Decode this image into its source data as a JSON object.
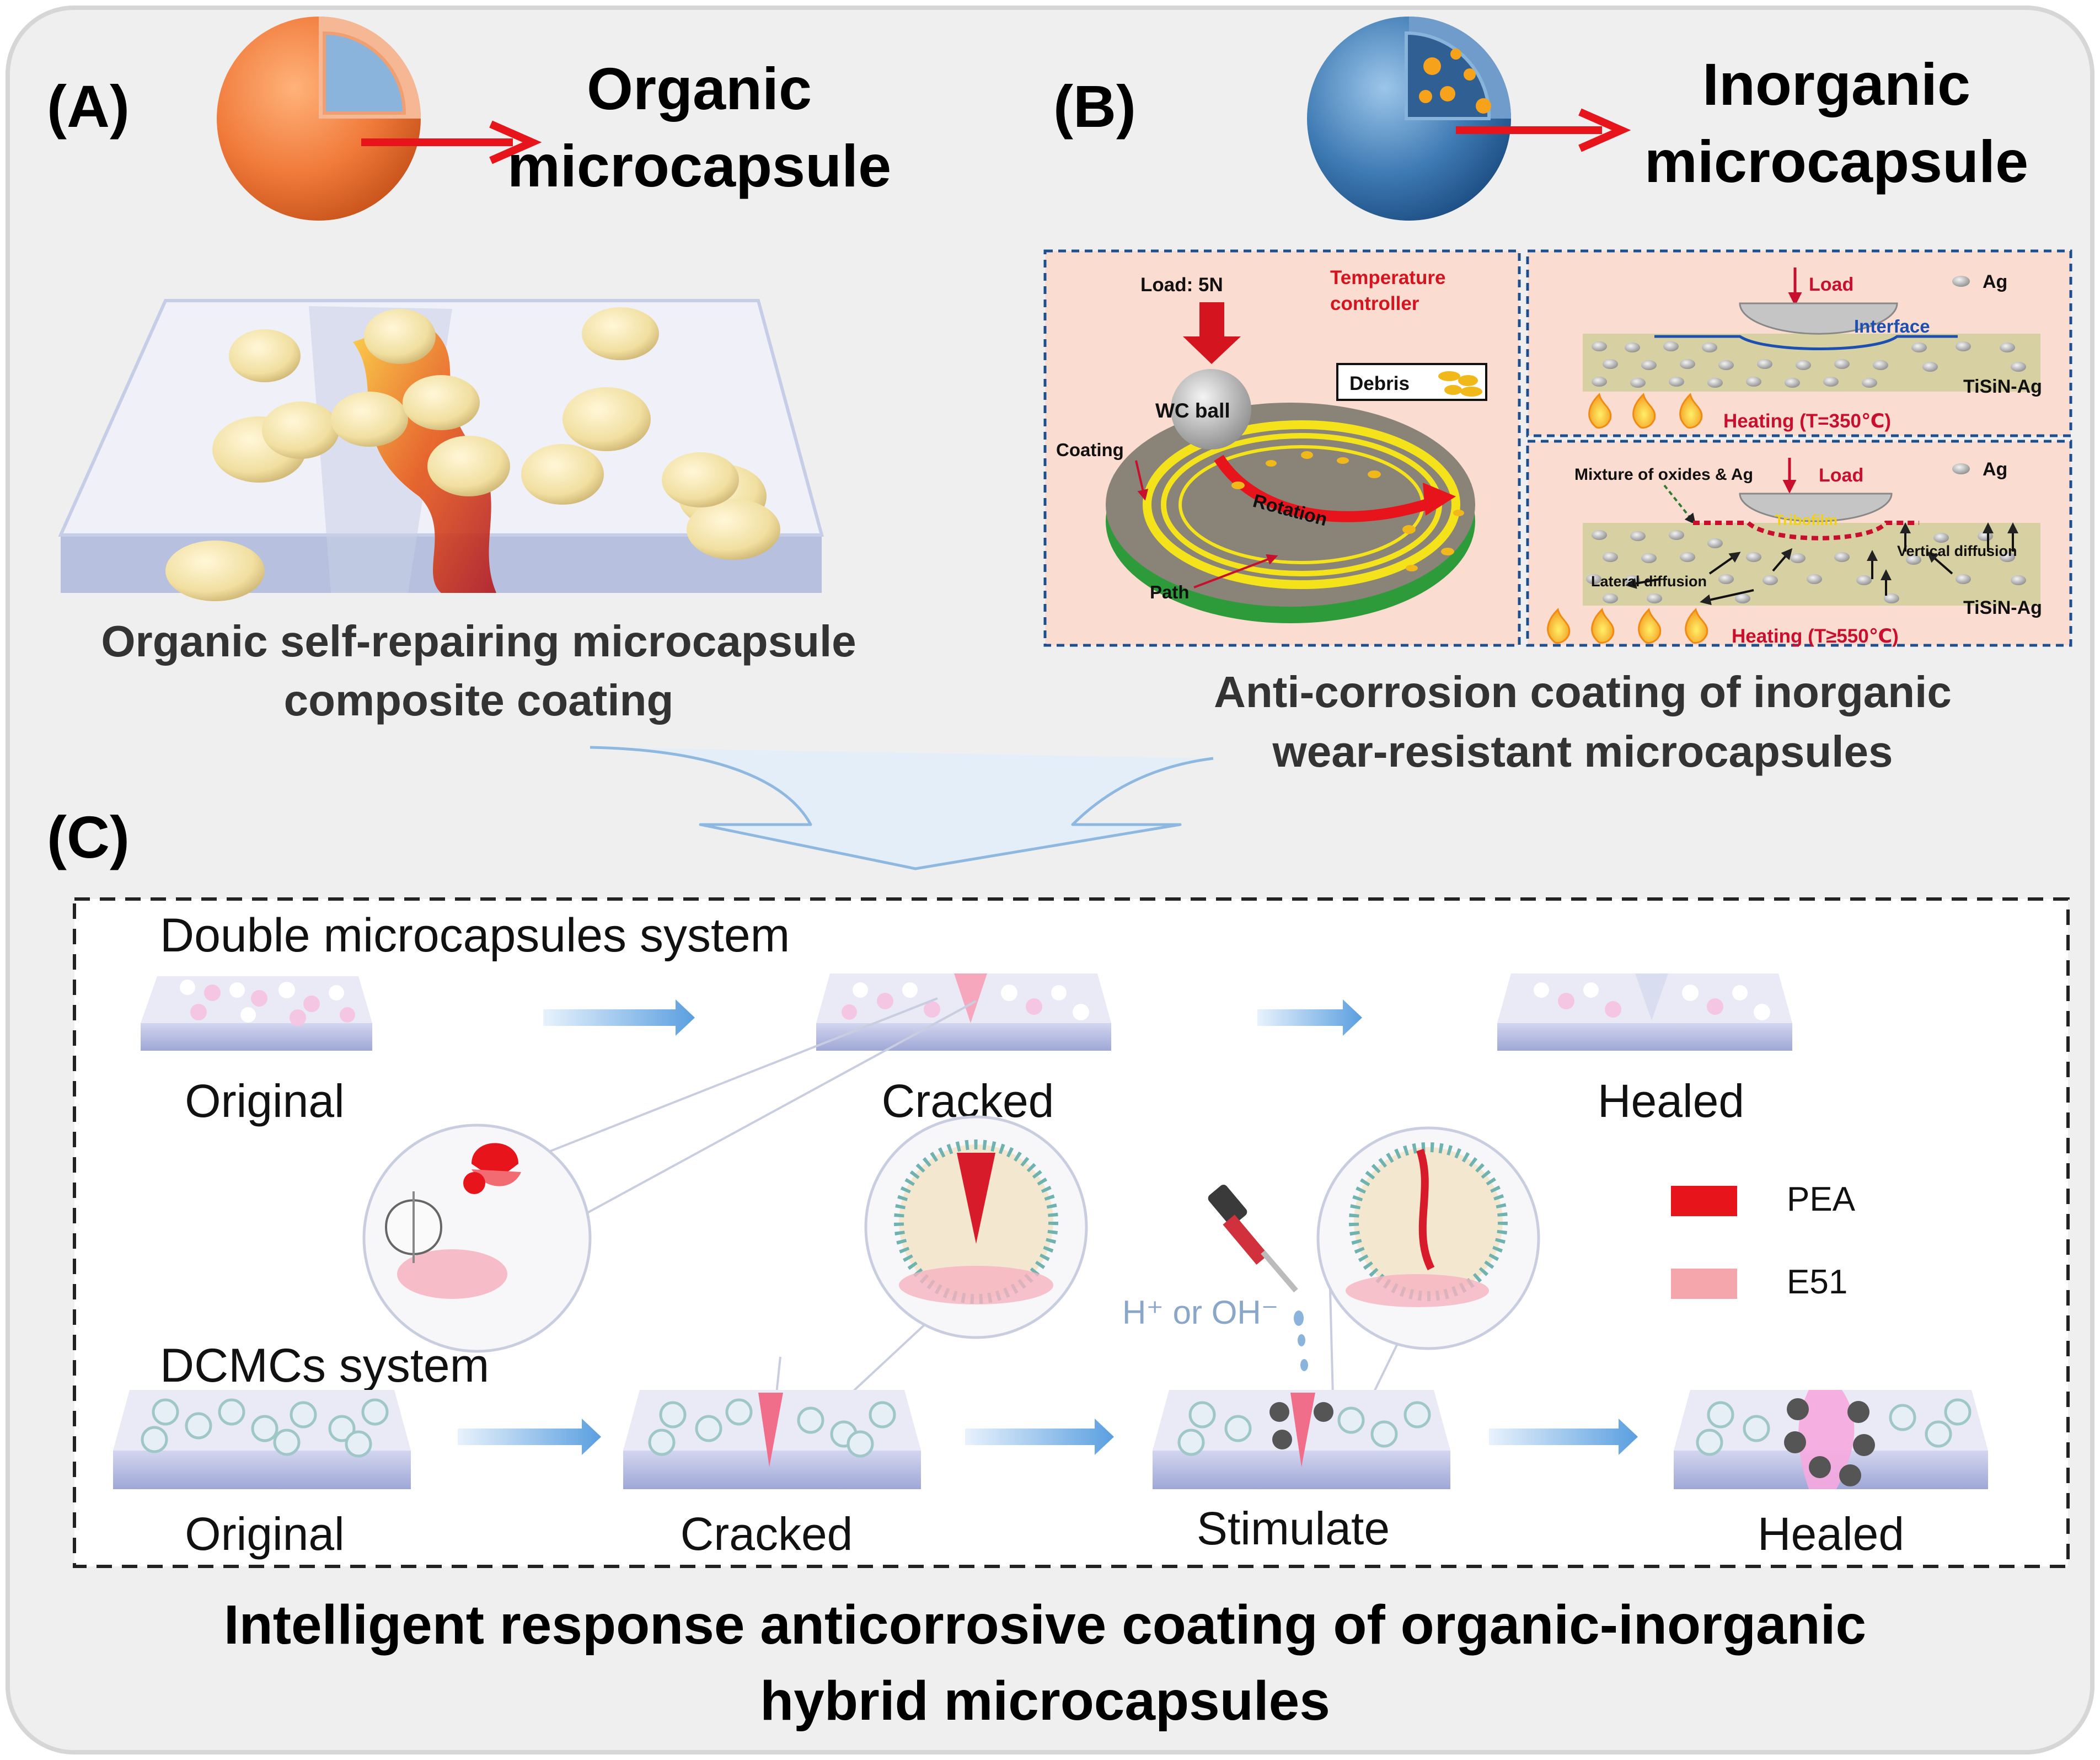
{
  "panels": {
    "a": {
      "label": "(A)",
      "title_line1": "Organic",
      "title_line2": "microcapsule",
      "caption_line1": "Organic self-repairing microcapsule",
      "caption_line2": "composite coating"
    },
    "b": {
      "label": "(B)",
      "title_line1": "Inorganic",
      "title_line2": "microcapsule",
      "caption_line1": "Anti-corrosion coating of inorganic",
      "caption_line2": "wear-resistant microcapsules",
      "left_box": {
        "load": "Load: 5N",
        "temp_line1": "Temperature",
        "temp_line2": "controller",
        "debris": "Debris",
        "ball": "WC ball",
        "coating": "Coating",
        "rotation": "Rotation",
        "path": "Path"
      },
      "top_right": {
        "load": "Load",
        "ag": "Ag",
        "interface": "Interface",
        "substrate": "TiSiN-Ag",
        "heating": "Heating (T=350℃)"
      },
      "bottom_right": {
        "mixture": "Mixture of oxides & Ag",
        "load": "Load",
        "ag": "Ag",
        "tribofilm": "Tribofilm",
        "vertical": "Vertical diffusion",
        "lateral": "Lateral diffusion",
        "substrate": "TiSiN-Ag",
        "heating": "Heating (T≥550℃)"
      }
    },
    "c": {
      "label": "(C)",
      "double_title": "Double microcapsules system",
      "double_steps": [
        "Original",
        "Cracked",
        "Healed"
      ],
      "dcmc_title": "DCMCs system",
      "dcmc_steps": [
        "Original",
        "Cracked",
        "Stimulate",
        "Healed"
      ],
      "stimulus": "H⁺ or OH⁻",
      "legend": [
        {
          "name": "PEA",
          "color": "#e8141c"
        },
        {
          "name": "E51",
          "color": "#f4a6ac"
        }
      ]
    }
  },
  "footer": {
    "line1": "Intelligent response anticorrosive coating of organic-inorganic",
    "line2": "hybrid microcapsules"
  },
  "colors": {
    "arrow_red": "#e8141c",
    "dark_red": "#c8102e",
    "blue_arrow": "#7fb6e8",
    "panel_bg": "#efefef"
  }
}
